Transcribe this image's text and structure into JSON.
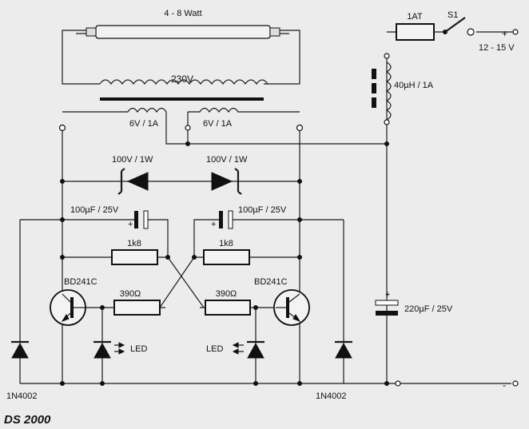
{
  "labels": {
    "lamp": "4 - 8 Watt",
    "primary": "230V",
    "secondary_left": "6V / 1A",
    "secondary_right": "6V / 1A",
    "zener_left": "100V / 1W",
    "zener_right": "100V / 1W",
    "cap_left": "100µF / 25V",
    "cap_right": "100µF / 25V",
    "res_top_left": "1k8",
    "res_top_right": "1k8",
    "res_bot_left": "390Ω",
    "res_bot_right": "390Ω",
    "transistor_left": "BD241C",
    "transistor_right": "BD241C",
    "led_left": "LED",
    "led_right": "LED",
    "diode_left": "1N4002",
    "diode_right": "1N4002",
    "fuse": "1AT",
    "switch": "S1",
    "supply": "12 - 15 V",
    "choke": "40µH / 1A",
    "cap_main": "220µF / 25V",
    "plus_supply": "+",
    "minus_supply": "-",
    "plus_cap_left": "+",
    "plus_cap_right": "+",
    "plus_cap_main": "+",
    "brand": "DS 2000"
  }
}
